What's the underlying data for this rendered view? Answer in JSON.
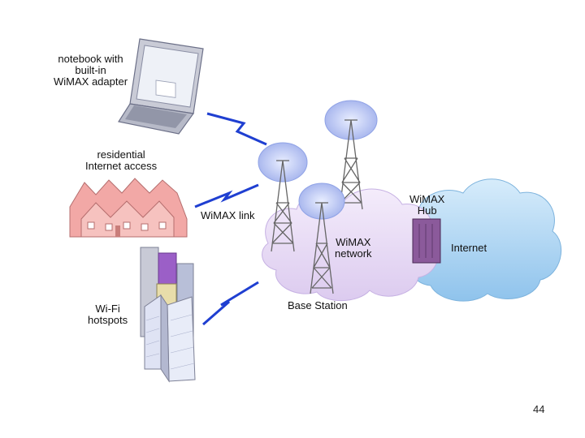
{
  "labels": {
    "notebook": "notebook with\nbuilt-in\nWiMAX adapter",
    "residential": "residential\nInternet access",
    "wimax_link": "WiMAX link",
    "wifi_hotspots": "Wi-Fi\nhotspots",
    "wimax_network": "WiMAX\nnetwork",
    "base_station": "Base Station",
    "wimax_hub": "WiMAX\nHub",
    "internet": "Internet"
  },
  "page_number": "44",
  "colors": {
    "wireless_link": "#1f3fd1",
    "wimax_cloud": "#e9ddf7",
    "internet_cloud": "#a9d4f2",
    "hub": "#8b5a9b",
    "houses": "#f2a8a6",
    "tower": "#666666",
    "signal": "#6f86d9"
  },
  "icons": [
    "laptop-icon",
    "houses-icon",
    "buildings-icon",
    "tower-icon",
    "hub-icon",
    "cloud-icon",
    "lightning-link-icon"
  ]
}
